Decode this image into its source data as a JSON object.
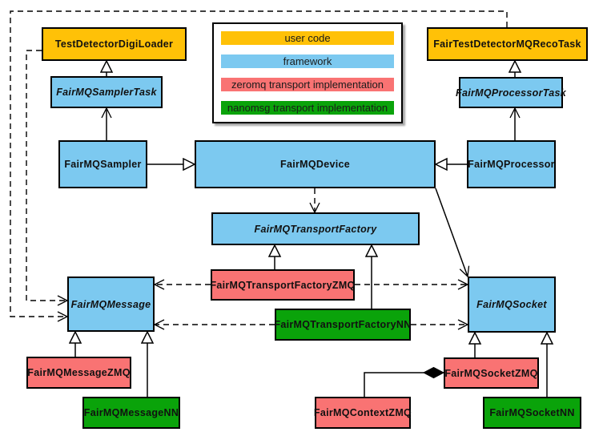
{
  "diagram": {
    "colors": {
      "user_code": "#FFC107",
      "framework": "#7CC9F0",
      "zeromq": "#F97373",
      "nanomsg": "#0AA30A"
    },
    "legend": {
      "items": [
        {
          "label": "user code",
          "type": "user_code"
        },
        {
          "label": "framework",
          "type": "framework"
        },
        {
          "label": "zeromq transport implementation",
          "type": "zeromq"
        },
        {
          "label": "nanomsg transport implementation",
          "type": "nanomsg"
        }
      ]
    },
    "nodes": [
      {
        "label": "TestDetectorDigiLoader",
        "type": "user_code",
        "abstract": false
      },
      {
        "label": "FairTestDetectorMQRecoTask",
        "type": "user_code",
        "abstract": false
      },
      {
        "label": "FairMQSamplerTask",
        "type": "framework",
        "abstract": true
      },
      {
        "label": "FairMQProcessorTask",
        "type": "framework",
        "abstract": true
      },
      {
        "label": "FairMQSampler",
        "type": "framework",
        "abstract": false
      },
      {
        "label": "FairMQDevice",
        "type": "framework",
        "abstract": false
      },
      {
        "label": "FairMQProcessor",
        "type": "framework",
        "abstract": false
      },
      {
        "label": "FairMQTransportFactory",
        "type": "framework",
        "abstract": true
      },
      {
        "label": "FairMQTransportFactoryZMQ",
        "type": "zeromq",
        "abstract": false
      },
      {
        "label": "FairMQTransportFactoryNN",
        "type": "nanomsg",
        "abstract": false
      },
      {
        "label": "FairMQMessage",
        "type": "framework",
        "abstract": true
      },
      {
        "label": "FairMQSocket",
        "type": "framework",
        "abstract": true
      },
      {
        "label": "FairMQMessageZMQ",
        "type": "zeromq",
        "abstract": false
      },
      {
        "label": "FairMQMessageNN",
        "type": "nanomsg",
        "abstract": false
      },
      {
        "label": "FairMQSocketZMQ",
        "type": "zeromq",
        "abstract": false
      },
      {
        "label": "FairMQSocketNN",
        "type": "nanomsg",
        "abstract": false
      },
      {
        "label": "FairMQContextZMQ",
        "type": "zeromq",
        "abstract": false
      }
    ],
    "edges": [
      {
        "id": "e1",
        "source": "FairMQSamplerTask",
        "target": "TestDetectorDigiLoader",
        "relation": "inheritance"
      },
      {
        "id": "e2",
        "source": "FairMQProcessorTask",
        "target": "FairTestDetectorMQRecoTask",
        "relation": "inheritance"
      },
      {
        "id": "e3",
        "source": "FairMQSampler",
        "target": "FairMQSamplerTask",
        "relation": "association"
      },
      {
        "id": "e4",
        "source": "FairMQProcessor",
        "target": "FairMQProcessorTask",
        "relation": "association"
      },
      {
        "id": "e5",
        "source": "FairMQSampler",
        "target": "FairMQDevice",
        "relation": "inheritance"
      },
      {
        "id": "e6",
        "source": "FairMQProcessor",
        "target": "FairMQDevice",
        "relation": "inheritance"
      },
      {
        "id": "e7",
        "source": "FairMQDevice",
        "target": "FairMQTransportFactory",
        "relation": "dependency"
      },
      {
        "id": "e8",
        "source": "FairMQDevice",
        "target": "FairMQSocket",
        "relation": "association"
      },
      {
        "id": "e9",
        "source": "FairMQTransportFactoryZMQ",
        "target": "FairMQTransportFactory",
        "relation": "inheritance"
      },
      {
        "id": "e10",
        "source": "FairMQTransportFactoryNN",
        "target": "FairMQTransportFactory",
        "relation": "inheritance"
      },
      {
        "id": "e11",
        "source": "FairMQTransportFactoryZMQ",
        "target": "FairMQMessage",
        "relation": "dependency"
      },
      {
        "id": "e12",
        "source": "FairMQTransportFactoryZMQ",
        "target": "FairMQSocket",
        "relation": "dependency"
      },
      {
        "id": "e13",
        "source": "FairMQTransportFactoryNN",
        "target": "FairMQMessage",
        "relation": "dependency"
      },
      {
        "id": "e14",
        "source": "FairMQTransportFactoryNN",
        "target": "FairMQSocket",
        "relation": "dependency"
      },
      {
        "id": "e15",
        "source": "TestDetectorDigiLoader",
        "target": "FairMQMessage",
        "relation": "dependency"
      },
      {
        "id": "e16",
        "source": "FairTestDetectorMQRecoTask",
        "target": "FairMQMessage",
        "relation": "dependency"
      },
      {
        "id": "e17",
        "source": "FairMQMessageZMQ",
        "target": "FairMQMessage",
        "relation": "inheritance"
      },
      {
        "id": "e18",
        "source": "FairMQMessageNN",
        "target": "FairMQMessage",
        "relation": "inheritance"
      },
      {
        "id": "e19",
        "source": "FairMQSocketZMQ",
        "target": "FairMQSocket",
        "relation": "inheritance"
      },
      {
        "id": "e20",
        "source": "FairMQSocketNN",
        "target": "FairMQSocket",
        "relation": "inheritance"
      },
      {
        "id": "e21",
        "source": "FairMQContextZMQ",
        "target": "FairMQSocketZMQ",
        "relation": "composition"
      }
    ]
  }
}
